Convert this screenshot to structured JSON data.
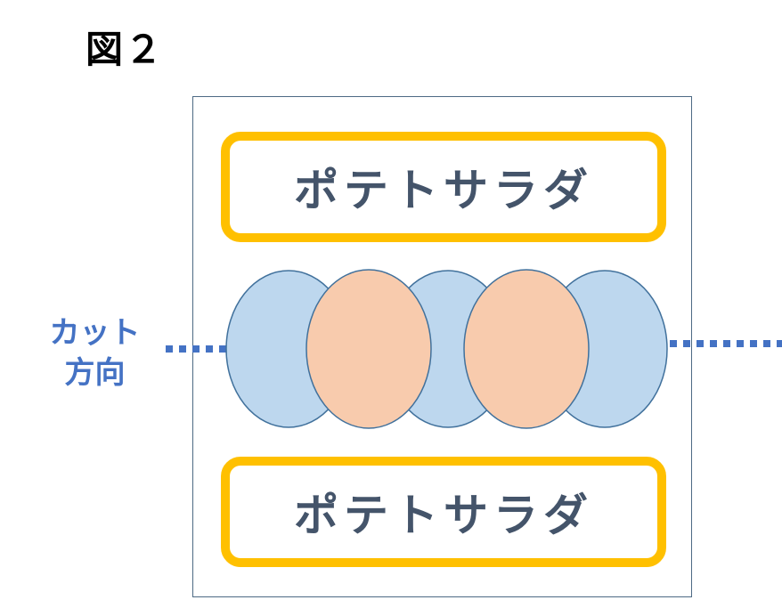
{
  "figure": {
    "title": "図２"
  },
  "salad": {
    "top_label": "ポテトサラダ",
    "bottom_label": "ポテトサラダ"
  },
  "cut": {
    "line1": "カット",
    "line2": "方向"
  },
  "slices": {
    "sequence": [
      "blue",
      "orange",
      "blue",
      "orange",
      "blue"
    ],
    "colors": {
      "blue": "#bdd7ee",
      "orange": "#f8cbad",
      "outline": "#41719c",
      "cut_line": "#4472c4",
      "salad_border": "#ffc000",
      "text": "#44546a"
    }
  }
}
